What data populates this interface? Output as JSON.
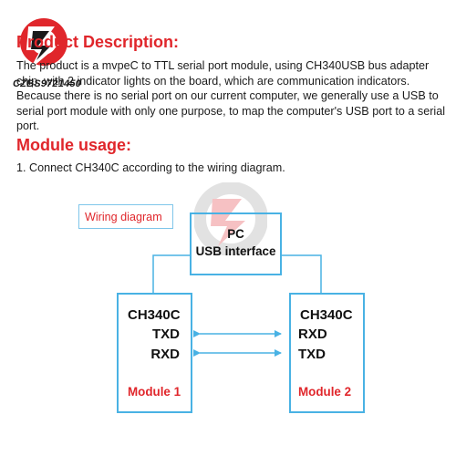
{
  "logo": {
    "text": "CZBS9721450",
    "colors": {
      "red": "#e0262b",
      "dark": "#1a1a1a"
    }
  },
  "description": {
    "heading": "Product Description:",
    "body": "The product is a mvpeC to TTL serial port module, using CH340USB bus adapter chip, with 2 indicator lights on the board, which are communication indicators. Because there is no serial port on our current computer, we generally use a USB to serial port module with only one purpose, to map the computer's USB port to a serial port."
  },
  "usage": {
    "heading": "Module usage:",
    "step1": "1. Connect CH340C according to the wiring diagram."
  },
  "diagram": {
    "wiring_label": "Wiring diagram",
    "pc": {
      "title": "PC",
      "subtitle": "USB interface"
    },
    "module1": {
      "chip": "CH340C",
      "pin_top": "TXD",
      "pin_bottom": "RXD",
      "name": "Module 1"
    },
    "module2": {
      "chip": "CH340C",
      "pin_top": "RXD",
      "pin_bottom": "TXD",
      "name": "Module 2"
    },
    "colors": {
      "box_border": "#49b2e4",
      "line": "#49b2e4",
      "label_red": "#e0262b",
      "wiring_border": "#7fc6ea"
    }
  }
}
